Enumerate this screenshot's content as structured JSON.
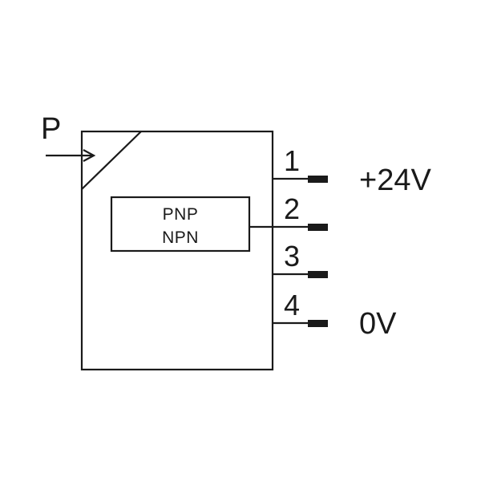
{
  "input_label": "P",
  "modes": [
    "PNP",
    "NPN"
  ],
  "pins": [
    {
      "number": "1",
      "label": "+24V"
    },
    {
      "number": "2",
      "label": ""
    },
    {
      "number": "3",
      "label": ""
    },
    {
      "number": "4",
      "label": "0V"
    }
  ],
  "colors": {
    "line": "#1a1a1a",
    "background": "#ffffff"
  }
}
